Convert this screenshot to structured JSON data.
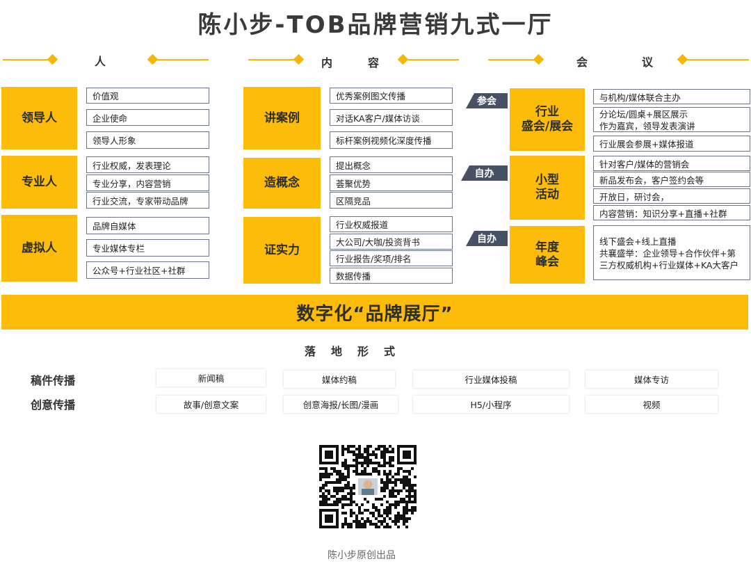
{
  "title": "陈小步-TOB品牌营销九式一厅",
  "sections": {
    "people": "人",
    "content_a": "内",
    "content_b": "容",
    "meeting_a": "会",
    "meeting_b": "议"
  },
  "people": [
    {
      "label": "领导人",
      "items": [
        "价值观",
        "企业使命",
        "领导人形象"
      ]
    },
    {
      "label": "专业人",
      "items": [
        "行业权威，发表理论",
        "专业分享，内容营销",
        "行业交流，专家带动品牌"
      ]
    },
    {
      "label": "虚拟人",
      "items": [
        "品牌自媒体",
        "专业媒体专栏",
        "公众号+行业社区+社群"
      ]
    }
  ],
  "content": [
    {
      "label": "讲案例",
      "items": [
        "优秀案例图文传播",
        "对话KA客户/媒体访谈",
        "标杆案例视频化深度传播"
      ]
    },
    {
      "label": "造概念",
      "items": [
        "提出概念",
        "荟聚优势",
        "区隔竞品"
      ]
    },
    {
      "label": "证实力",
      "items": [
        "行业权威报道",
        "大公司/大咖/投资背书",
        "行业报告/奖项/排名",
        "数据传播"
      ]
    }
  ],
  "meetings": [
    {
      "tag": "参会",
      "label_l1": "行业",
      "label_l2": "盛会/展会",
      "items": [
        [
          "与机构/媒体联合主办"
        ],
        [
          "分论坛/圆桌+展区展示",
          "作为嘉宾，领导发表演讲"
        ],
        [
          "行业展会参展+媒体报道"
        ]
      ]
    },
    {
      "tag": "自办",
      "label_l1": "小型",
      "label_l2": "活动",
      "items": [
        [
          "针对客户/媒体的营销会"
        ],
        [
          "新品发布会，客户签约会等"
        ],
        [
          "开放日，研讨会，"
        ],
        [
          "内容营销：知识分享+直播+社群"
        ]
      ]
    },
    {
      "tag": "自办",
      "label_l1": "年度",
      "label_l2": "峰会",
      "items": [
        [
          "线下盛会+线上直播",
          "共襄盛举：企业领导+合作伙伴+第",
          "三方权威机构+行业媒体+KA大客户"
        ]
      ]
    }
  ],
  "banner": "数字化“品牌展厅”",
  "landing_title": "落地形式",
  "formats": [
    {
      "label": "稿件传播",
      "items": [
        "新闻稿",
        "媒体约稿",
        "行业媒体投稿",
        "媒体专访"
      ]
    },
    {
      "label": "创意传播",
      "items": [
        "故事/创意文案",
        "创意海报/长图/漫画",
        "H5/小程序",
        "视频"
      ]
    }
  ],
  "credit": "陈小步原创出品",
  "colors": {
    "accent": "#fcbc09",
    "tag": "#475163",
    "border": "#6b7486"
  }
}
